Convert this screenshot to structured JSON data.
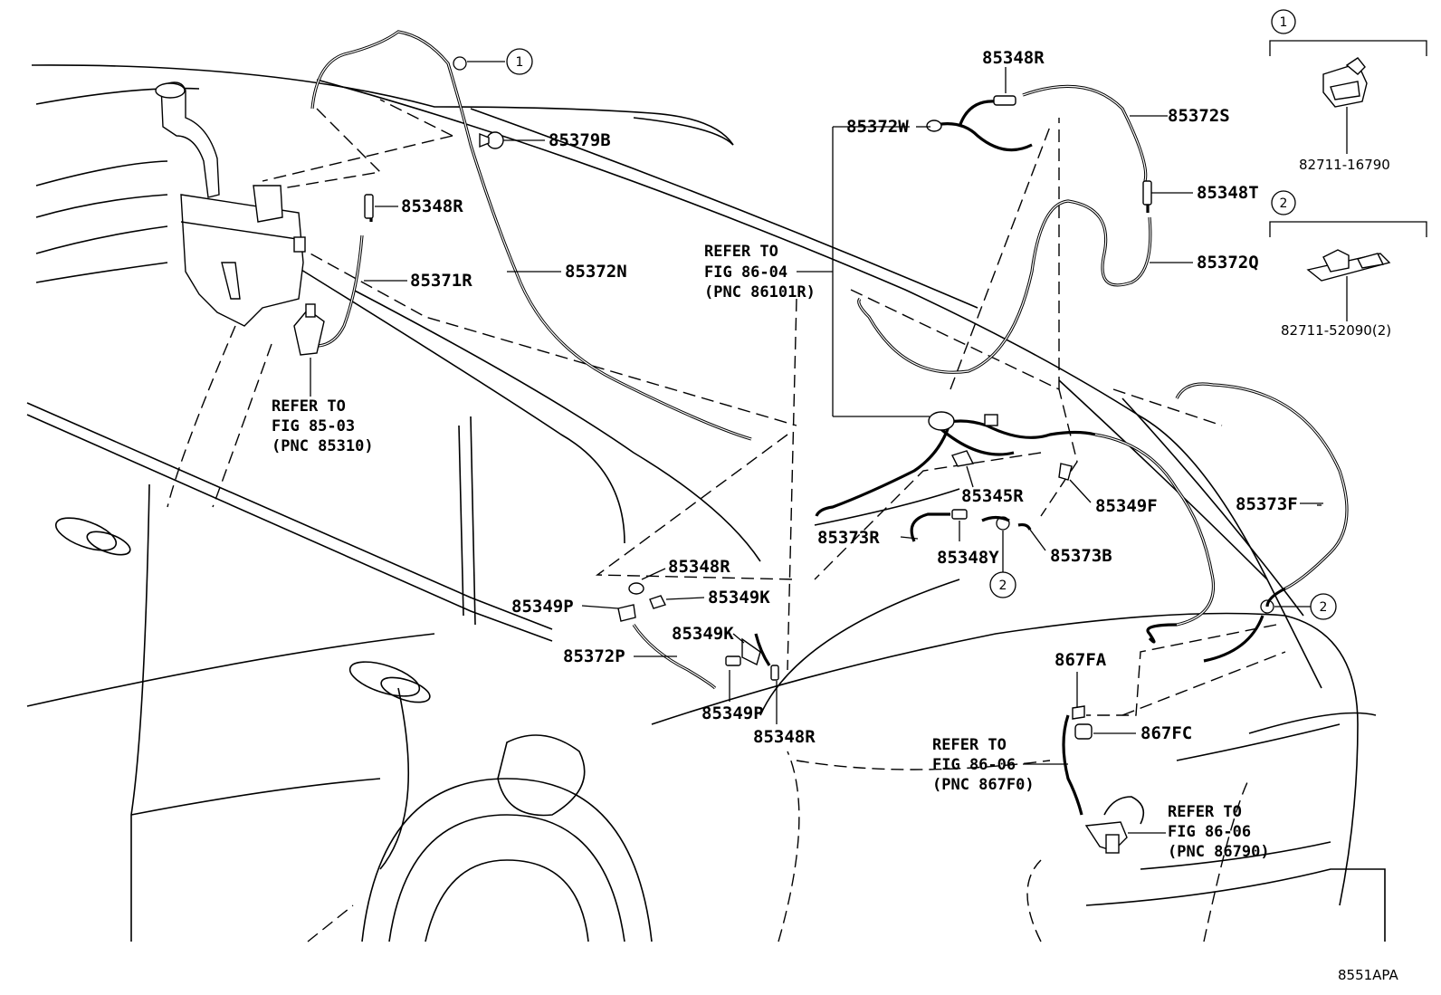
{
  "callouts": {
    "c1": "1",
    "c2": "2"
  },
  "parts": {
    "p85348R_a": "85348R",
    "p85372S": "85372S",
    "p85372W": "85372W",
    "p85379B": "85379B",
    "p85348R_b": "85348R",
    "p85348T": "85348T",
    "p85371R": "85371R",
    "p85372N": "85372N",
    "p85372Q": "85372Q",
    "p85345R": "85345R",
    "p85349F": "85349F",
    "p85373F": "85373F",
    "p85373R": "85373R",
    "p85348Y": "85348Y",
    "p85373B": "85373B",
    "p85348R_c": "85348R",
    "p85349K_a": "85349K",
    "p85349P_a": "85349P",
    "p85349K_b": "85349K",
    "p85372P": "85372P",
    "p85349P_b": "85349P",
    "p85348R_d": "85348R",
    "p867FA": "867FA",
    "p867FC": "867FC"
  },
  "refs": {
    "r1": {
      "l1": "REFER TO",
      "l2": "FIG 86-04",
      "l3": "(PNC 86101R)"
    },
    "r2": {
      "l1": "REFER TO",
      "l2": "FIG 85-03",
      "l3": "(PNC 85310)"
    },
    "r3": {
      "l1": "REFER TO",
      "l2": "FIG 86-06",
      "l3": "(PNC 867F0)"
    },
    "r4": {
      "l1": "REFER TO",
      "l2": "FIG 86-06",
      "l3": "(PNC 86790)"
    }
  },
  "legend": {
    "n1": "1",
    "code1": "82711-16790",
    "n2": "2",
    "code2": "82711-52090(2)"
  },
  "figure_code": "8551APA"
}
